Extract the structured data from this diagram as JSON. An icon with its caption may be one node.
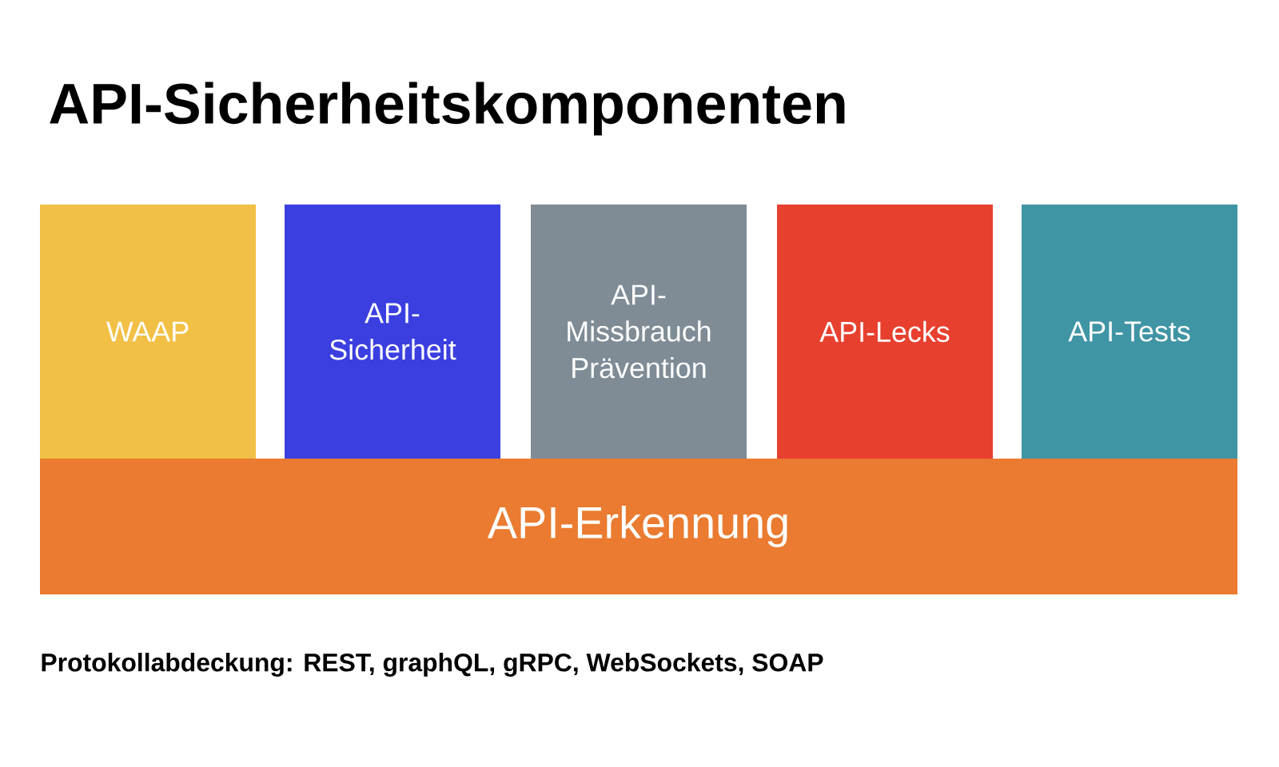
{
  "diagram": {
    "title": "API-Sicherheitskomponenten",
    "nodes": [
      {
        "text": [
          "WAAP"
        ]
      },
      {
        "text": [
          "API-Sicherheit"
        ]
      },
      {
        "text": [
          "API-Missbrauch Prävention"
        ]
      },
      {
        "text": [
          "API-Lecks"
        ]
      },
      {
        "text": [
          "API-Tests"
        ]
      },
      {
        "text": [
          "API-Erkennung"
        ]
      }
    ],
    "edges": [],
    "labels": [
      "Protokollabdeckung: REST, graphQL, gRPC, WebSockets, SOAP"
    ]
  }
}
